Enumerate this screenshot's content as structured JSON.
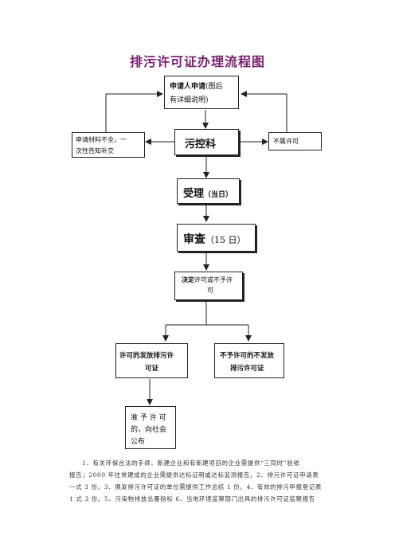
{
  "title": "排污许可证办理流程图",
  "nodes": {
    "apply_bold": "申请人申请",
    "apply_rest_1": "(图后",
    "apply_rest_2": "有详细说明)",
    "incomplete_1": "申请材料不全，一",
    "incomplete_2": "次性告知补交",
    "pollution_dept": "污控科",
    "not_permit": "不属许可",
    "accept_main": "受理",
    "accept_sub": "（当日）",
    "review_main": "审查",
    "review_sub": "（15 日）",
    "decide_bold": "决定",
    "decide_rest_1": "许可或不予许",
    "decide_rest_2": "可",
    "grant_1": "许可的发放排污许",
    "grant_2": "可证",
    "deny_1": "不予许可的不发放",
    "deny_2": "排污许可证",
    "publish_1": "准 予 许 可",
    "publish_2": "的，向社会",
    "publish_3": "公布"
  },
  "note_lines": [
    "1、有关环保合法的手续、新建企业和有新建项目的企业需提供“三同时”验收",
    "报告；2000 年往常建成的企业需提供达标证明或达标监测报告。2、排污许可证申请表",
    "一式 3 份。3、换发排污许可证的单位需提供工作总结 1 份。4、有效的排污申报登记表",
    "1 式 3 份。5、污染物排放总量指标 6、当地环境监察部门出具的排污许可证监察报告"
  ]
}
